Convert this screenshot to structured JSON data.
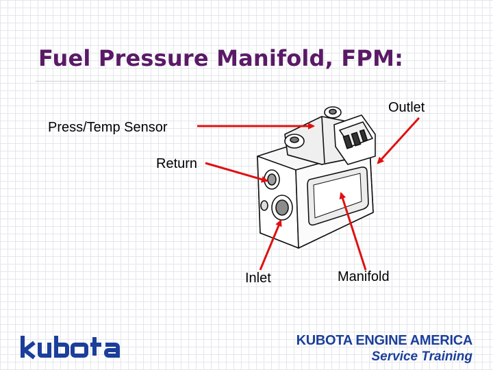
{
  "title": "Fuel Pressure Manifold, FPM:",
  "labels": {
    "outlet": "Outlet",
    "press_temp_sensor": "Press/Temp Sensor",
    "return": "Return",
    "inlet": "Inlet",
    "manifold": "Manifold"
  },
  "footer": {
    "logo_text": "kubota",
    "company": "KUBOTA ENGINE AMERICA",
    "department": "Service Training"
  },
  "colors": {
    "title": "#5a1a66",
    "arrow": "#e01010",
    "brand": "#1b3f9a"
  }
}
